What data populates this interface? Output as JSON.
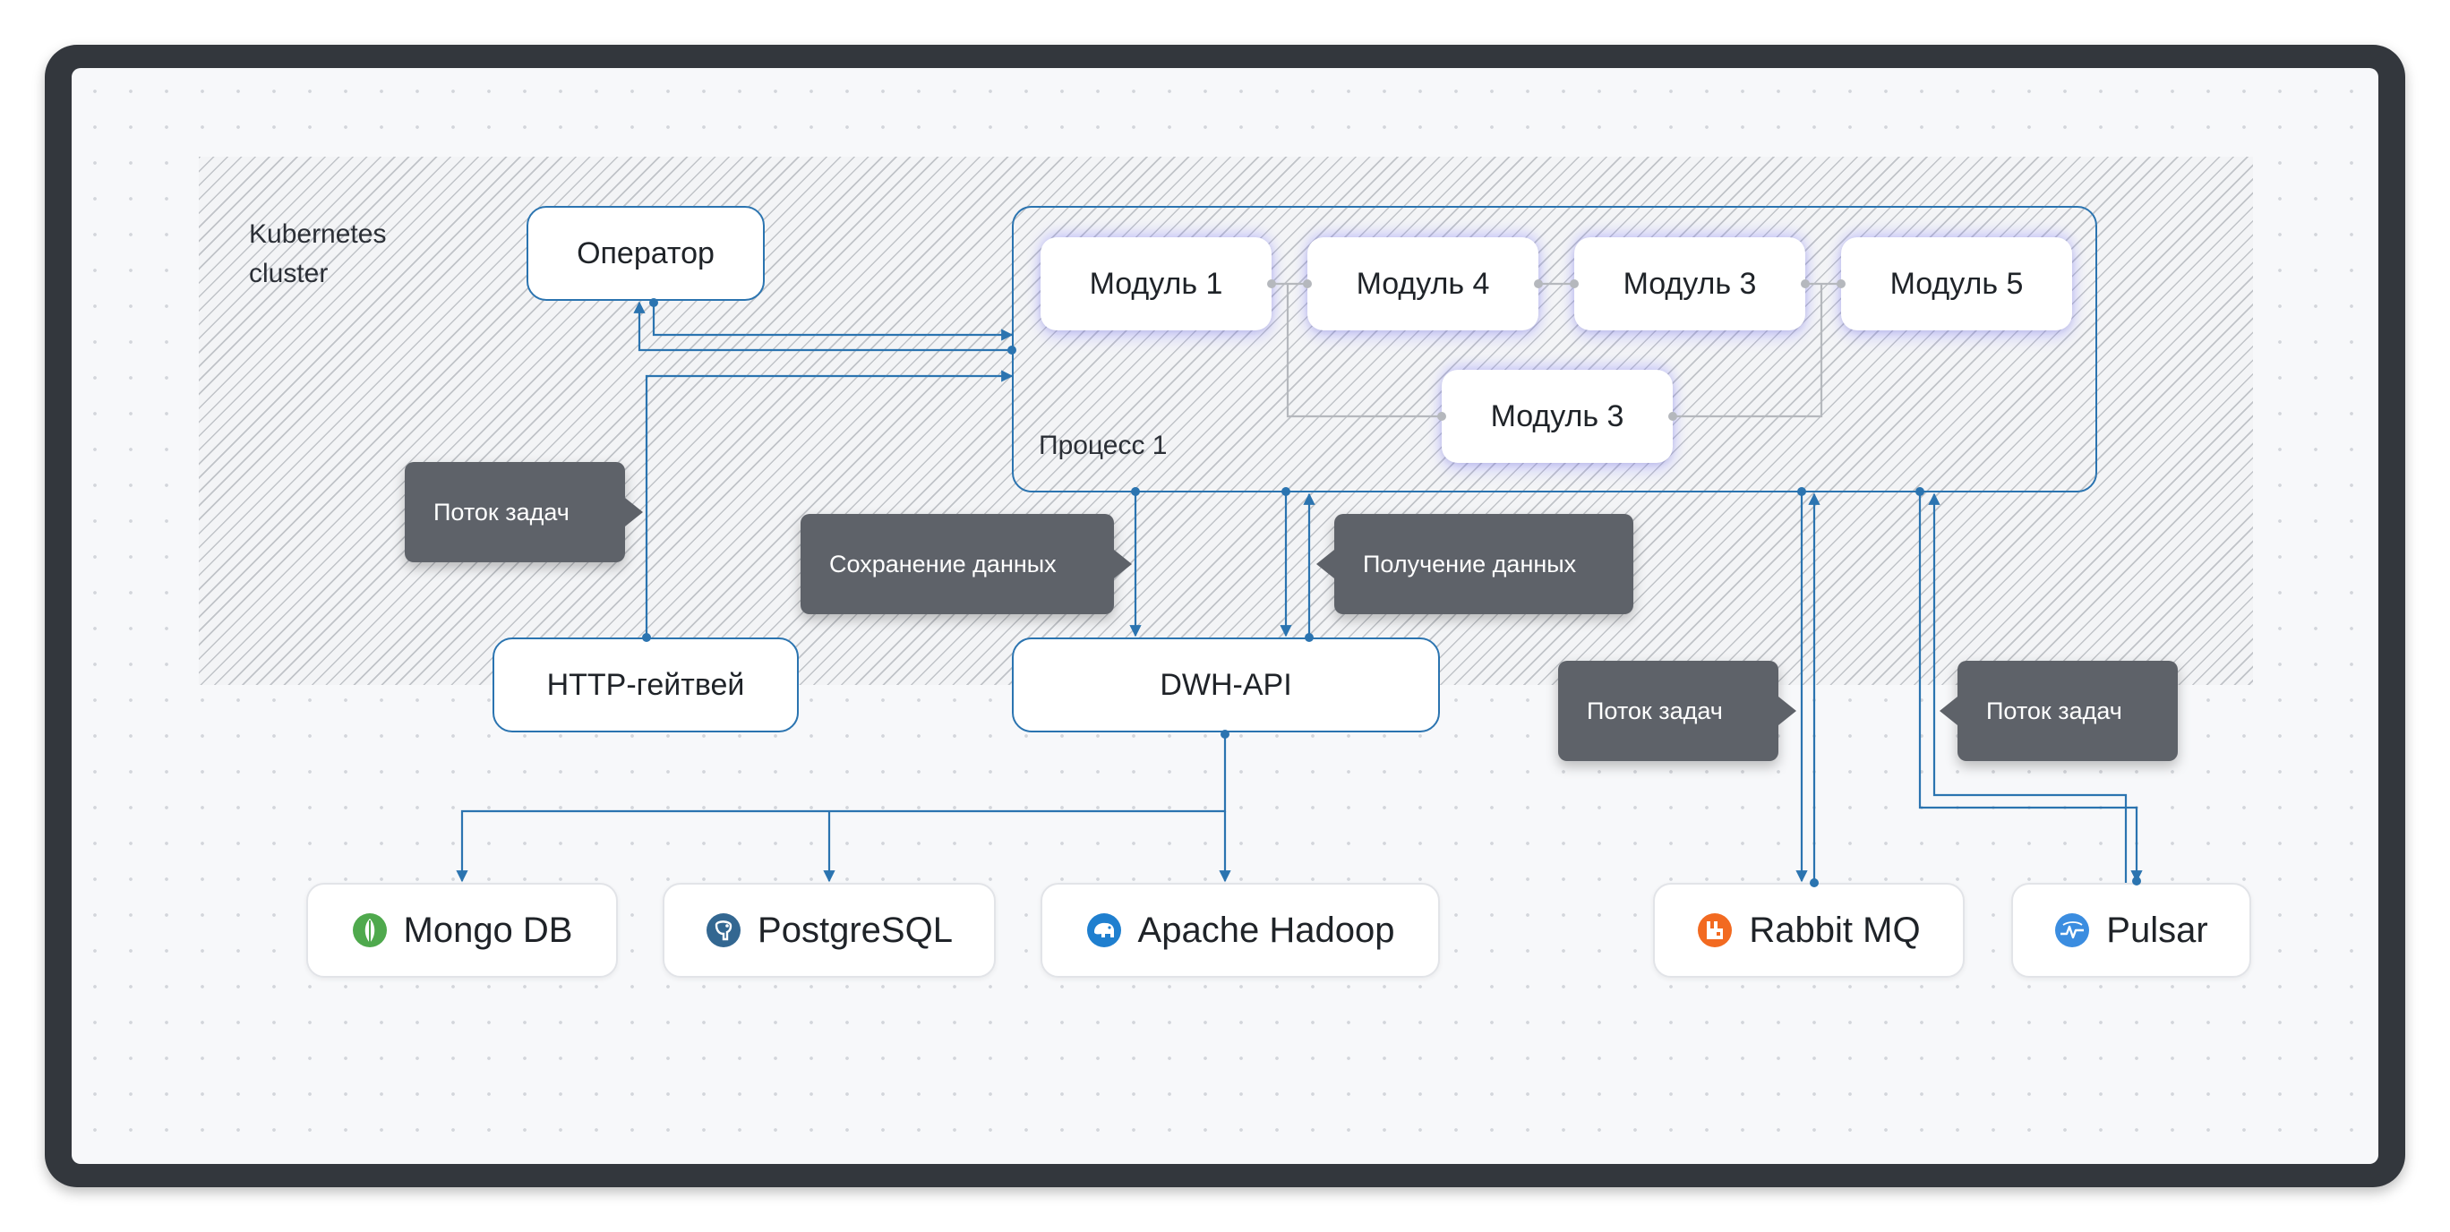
{
  "cluster_label": "Kubernetes\ncluster",
  "nodes": {
    "operator": "Оператор",
    "process": "Процесс 1",
    "modules": [
      "Модуль 1",
      "Модуль 4",
      "Модуль 3",
      "Модуль 5",
      "Модуль 3"
    ],
    "http_gateway": "HTTP-гейтвей",
    "dwh_api": "DWH-API"
  },
  "callouts": {
    "task_flow_left": "Поток задач",
    "save_data": "Сохранение данных",
    "get_data": "Получение данных",
    "task_flow_rabbit": "Поток задач",
    "task_flow_pulsar": "Поток задач"
  },
  "databases": [
    {
      "label": "Mongo DB",
      "icon": "mongodb-leaf-icon",
      "color": "#4fa94d"
    },
    {
      "label": "PostgreSQL",
      "icon": "postgresql-elephant-icon",
      "color": "#336791"
    },
    {
      "label": "Apache Hadoop",
      "icon": "hadoop-elephant-icon",
      "color": "#1f7fcf"
    },
    {
      "label": "Rabbit MQ",
      "icon": "rabbitmq-icon",
      "color": "#f26a21"
    },
    {
      "label": "Pulsar",
      "icon": "pulsar-icon",
      "color": "#3b8de0"
    }
  ],
  "colors": {
    "connector": "#2b74b0",
    "module_link": "#b5b8bd",
    "callout_bg": "#5e6269"
  }
}
